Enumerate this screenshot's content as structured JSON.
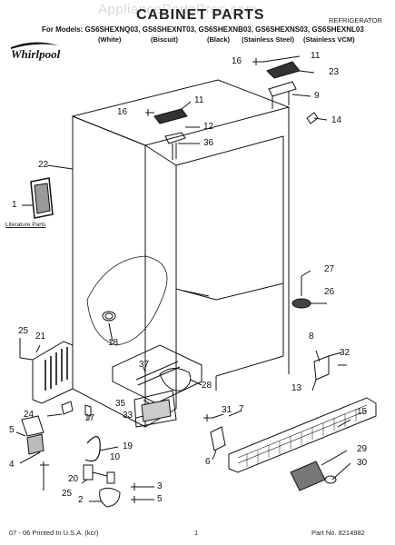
{
  "header": {
    "watermark": "AppliancePartsPros.com",
    "title": "CABINET PARTS",
    "category": "REFRIGERATOR",
    "models_line": "For Models: GS6SHEXNQ03, GS6SHEXNT03, GS6SHEXNB03, GS6SHEXNS03, GS6SHEXNL03",
    "colors": [
      "(White)",
      "(Biscuit)",
      "(Black)",
      "(Stainless Steel)",
      "(Stainless VCM)"
    ],
    "brand": "Whirlpool"
  },
  "literature_label": "Literature Parts",
  "callouts": [
    "16",
    "11",
    "23",
    "9",
    "14",
    "11",
    "16",
    "12",
    "36",
    "22",
    "1",
    "27",
    "26",
    "25",
    "21",
    "18",
    "8",
    "32",
    "13",
    "37",
    "28",
    "31",
    "7",
    "35",
    "33",
    "24",
    "17",
    "15",
    "29",
    "30",
    "5",
    "4",
    "19",
    "10",
    "6",
    "20",
    "3",
    "5",
    "25",
    "2"
  ],
  "footer": {
    "printed": "07 - 06 Printed In U.S.A. (kcr)",
    "page": "1",
    "part_no": "Part No. 8214982"
  }
}
